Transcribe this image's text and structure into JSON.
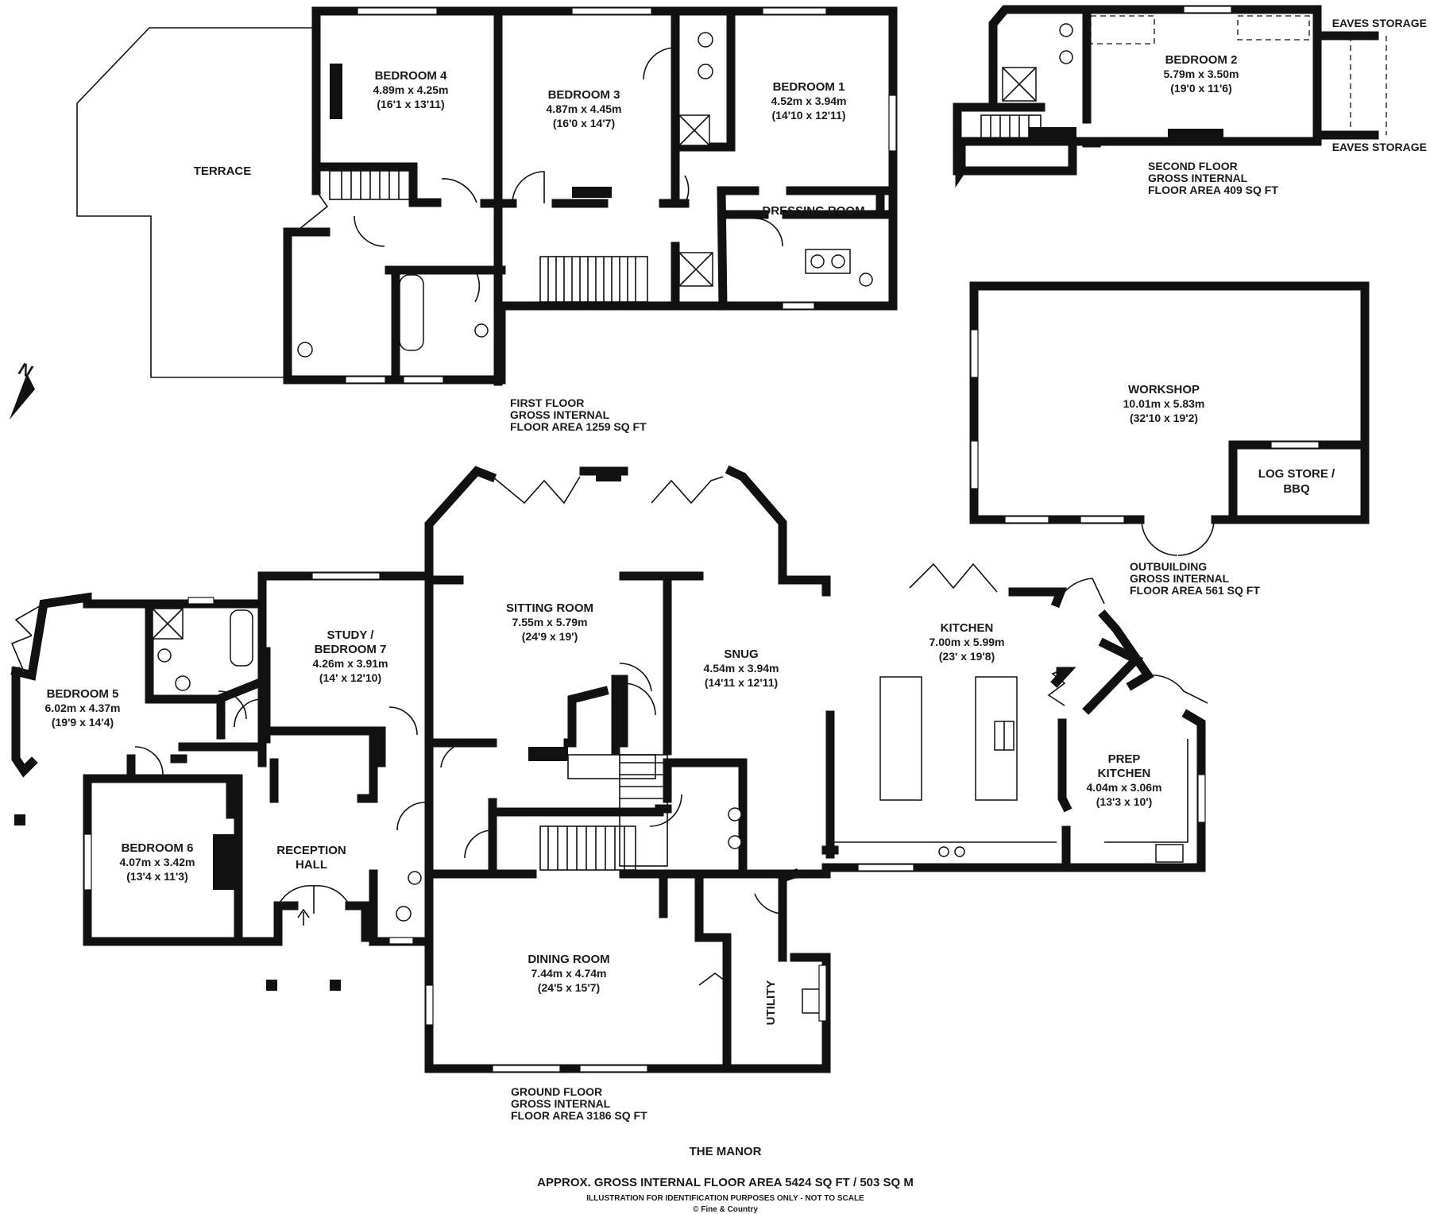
{
  "plan": {
    "title": "THE MANOR",
    "total_area": "APPROX. GROSS INTERNAL FLOOR AREA 5424 SQ FT / 503 SQ M",
    "disclaimer": "ILLUSTRATION FOR IDENTIFICATION PURPOSES ONLY - NOT TO SCALE",
    "copyright": "© Fine & Country",
    "north_label": "N"
  },
  "floors": {
    "first": {
      "line1": "FIRST FLOOR",
      "line2": "GROSS INTERNAL",
      "line3": "FLOOR AREA 1259 SQ FT",
      "rooms": {
        "terrace": {
          "name": "TERRACE"
        },
        "bedroom4": {
          "name": "BEDROOM 4",
          "metric": "4.89m x 4.25m",
          "imperial": "(16'1 x 13'11)"
        },
        "bedroom3": {
          "name": "BEDROOM 3",
          "metric": "4.87m x 4.45m",
          "imperial": "(16'0 x 14'7)"
        },
        "bedroom1": {
          "name": "BEDROOM 1",
          "metric": "4.52m x 3.94m",
          "imperial": "(14'10 x 12'11)"
        },
        "dressing": {
          "name": "DRESSING ROOM"
        }
      }
    },
    "second": {
      "line1": "SECOND FLOOR",
      "line2": "GROSS INTERNAL",
      "line3": "FLOOR AREA 409 SQ FT",
      "rooms": {
        "bedroom2": {
          "name": "BEDROOM 2",
          "metric": "5.79m x 3.50m",
          "imperial": "(19'0 x 11'6)"
        },
        "eaves_top": {
          "name": "EAVES STORAGE"
        },
        "eaves_bottom": {
          "name": "EAVES STORAGE"
        }
      }
    },
    "outbuilding": {
      "line1": "OUTBUILDING",
      "line2": "GROSS INTERNAL",
      "line3": "FLOOR AREA 561 SQ FT",
      "rooms": {
        "workshop": {
          "name": "WORKSHOP",
          "metric": "10.01m x 5.83m",
          "imperial": "(32'10 x 19'2)"
        },
        "logstore": {
          "name1": "LOG STORE /",
          "name2": "BBQ"
        }
      }
    },
    "ground": {
      "line1": "GROUND FLOOR",
      "line2": "GROSS INTERNAL",
      "line3": "FLOOR AREA 3186 SQ FT",
      "rooms": {
        "sitting": {
          "name": "SITTING ROOM",
          "metric": "7.55m x 5.79m",
          "imperial": "(24'9 x 19')"
        },
        "snug": {
          "name": "SNUG",
          "metric": "4.54m x 3.94m",
          "imperial": "(14'11 x 12'11)"
        },
        "kitchen": {
          "name": "KITCHEN",
          "metric": "7.00m x 5.99m",
          "imperial": "(23' x 19'8)"
        },
        "prep": {
          "name1": "PREP",
          "name2": "KITCHEN",
          "metric": "4.04m x 3.06m",
          "imperial": "(13'3 x 10')"
        },
        "study": {
          "name1": "STUDY /",
          "name2": "BEDROOM 7",
          "metric": "4.26m x 3.91m",
          "imperial": "(14' x 12'10)"
        },
        "bedroom5": {
          "name": "BEDROOM 5",
          "metric": "6.02m x 4.37m",
          "imperial": "(19'9 x 14'4)"
        },
        "bedroom6": {
          "name": "BEDROOM 6",
          "metric": "4.07m x 3.42m",
          "imperial": "(13'4 x 11'3)"
        },
        "reception": {
          "name1": "RECEPTION",
          "name2": "HALL"
        },
        "dining": {
          "name": "DINING ROOM",
          "metric": "7.44m x 4.74m",
          "imperial": "(24'5 x 15'7)"
        },
        "utility": {
          "name": "UTILITY"
        }
      }
    }
  }
}
